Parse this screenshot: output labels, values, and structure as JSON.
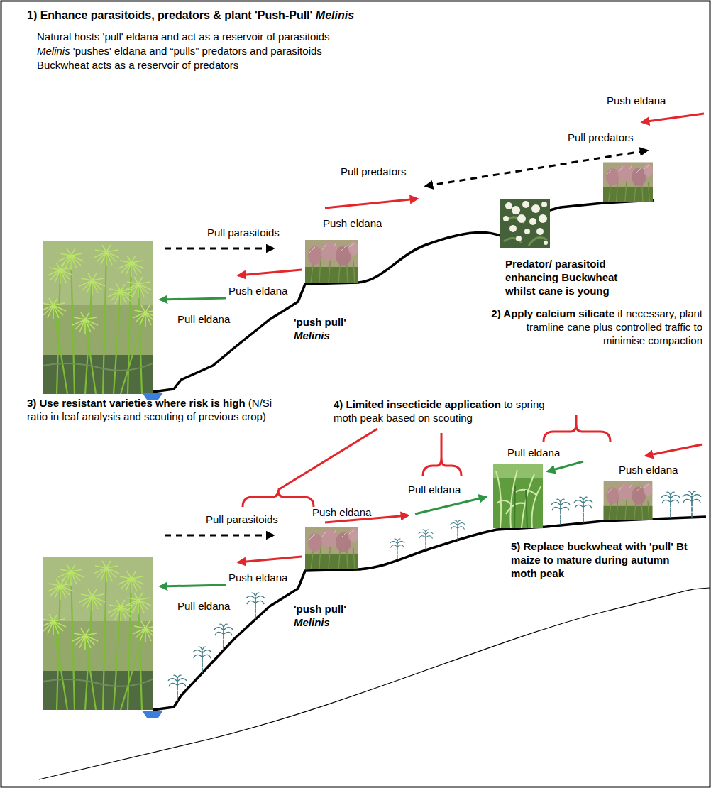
{
  "diagram": {
    "labels": [
      "1) Enhance parasitoids, predators & plant 'Push-Pull' Melinis",
      "Natural hosts 'pull' eldana and act as a reservoir of parasitoids",
      "Melinis 'pushes' eldana and “pulls” predators and parasitoids",
      "Buckwheat acts as a reservoir of predators",
      "Push eldana",
      "Pull predators",
      "Pull predators",
      "Push eldana",
      "Predator/ parasitoid enhancing Buckwheat whilst cane is young",
      "Pull parasitoids",
      "Push eldana",
      "Pull eldana",
      "'push pull' Melinis",
      "2) Apply calcium silicate if necessary, plant tramline cane plus controlled traffic to minimise compaction",
      "3) Use resistant varieties where risk is high (N/Si ratio in leaf analysis and scouting of previous crop)",
      "4) Limited insecticide application to spring moth peak based on scouting",
      "Push eldana",
      "Pull eldana",
      "Pull eldana",
      "Push eldana",
      "Pull parasitoids",
      "Push eldana",
      "Pull eldana",
      "'push pull' Melinis",
      "5) Replace buckwheat with 'pull' Bt maize to mature during autumn moth peak"
    ]
  }
}
